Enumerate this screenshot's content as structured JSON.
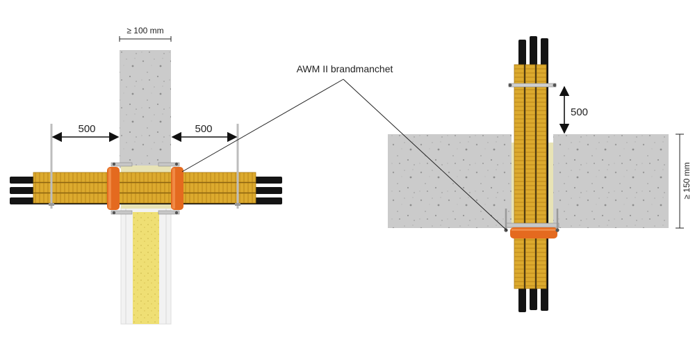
{
  "labels": {
    "wall_thickness": "≥ 100 mm",
    "left_distance": "500",
    "right_distance": "500",
    "callout": "AWM II brandmanchet",
    "vertical_distance": "500",
    "floor_thickness": "≥ 150 mm"
  },
  "colors": {
    "concrete": "#c9c9c9",
    "concrete_speckle": "#8d8d8d",
    "cable_tray": "#d9a62a",
    "cable_tray_dark": "#b9861a",
    "cable_black": "#141414",
    "collar_orange": "#e46a1f",
    "mineral_wool": "#e3d66a",
    "insulation_fill": "#ecdc6e",
    "rod_grey": "#cfcfcf",
    "text": "#222222"
  },
  "icons": [
    "arrow-left-right-icon",
    "arrow-up-down-icon",
    "callout-leader-lines"
  ]
}
